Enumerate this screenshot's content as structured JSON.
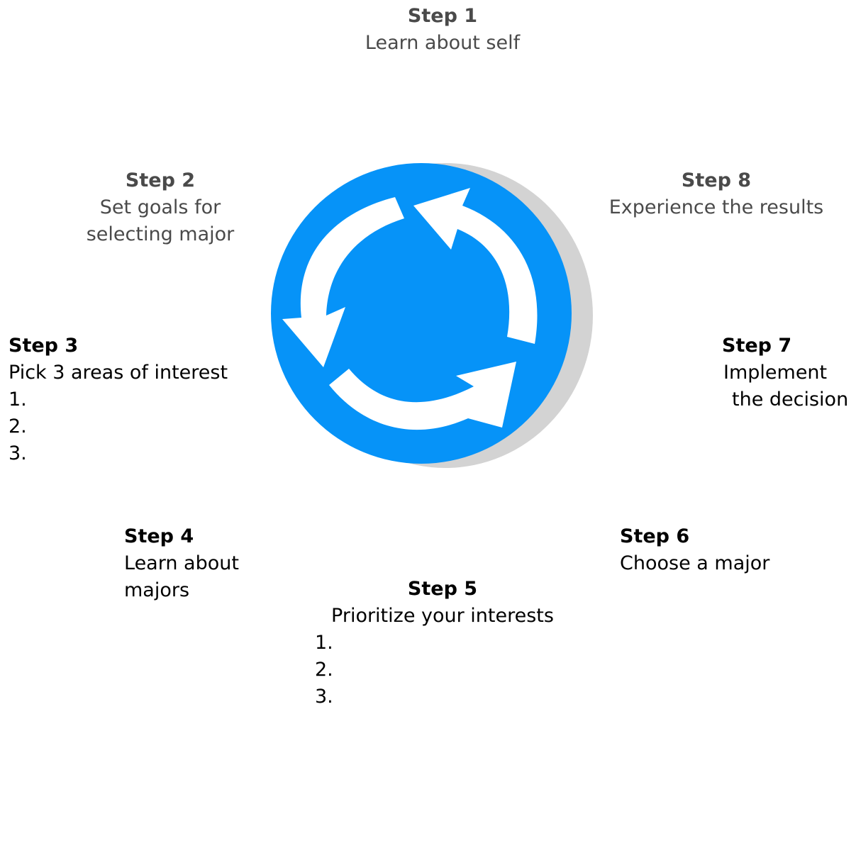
{
  "colors": {
    "circle": "#0693f8",
    "shadow": "#d3d3d3",
    "arrows": "#ffffff"
  },
  "icons": {
    "center": "cycle-arrows-icon"
  },
  "steps": {
    "step1": {
      "title": "Step 1",
      "desc": "Learn about self"
    },
    "step2": {
      "title": "Step 2",
      "desc_line1": "Set goals for",
      "desc_line2": "selecting major"
    },
    "step3": {
      "title": "Step 3",
      "desc": "Pick 3 areas of interest",
      "items": [
        "1.",
        "2.",
        "3."
      ]
    },
    "step4": {
      "title": "Step 4",
      "desc_line1": "Learn about",
      "desc_line2": "majors"
    },
    "step5": {
      "title": "Step 5",
      "desc": "Prioritize your interests",
      "items": [
        "1.",
        "2.",
        "3."
      ]
    },
    "step6": {
      "title": "Step 6",
      "desc": "Choose a major"
    },
    "step7": {
      "title": "Step 7",
      "desc_line1": "Implement",
      "desc_line2": "the decision"
    },
    "step8": {
      "title": "Step 8",
      "desc": "Experience the results"
    }
  }
}
